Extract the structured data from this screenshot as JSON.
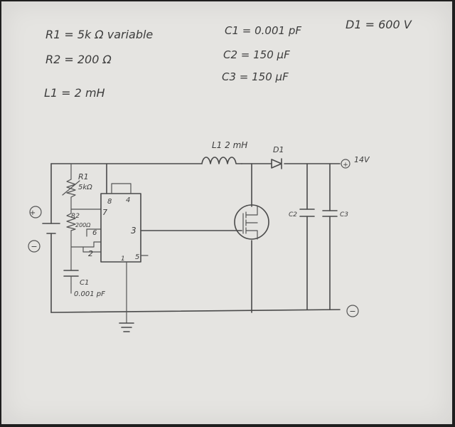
{
  "notes": {
    "r1": "R1 = 5k Ω variable",
    "r2": "R2 = 200 Ω",
    "l1": "L1 = 2 mH",
    "c1": "C1 = 0.001 pF",
    "c2": "C2 = 150 μF",
    "c3": "C3 = 150 μF",
    "d1": "D1 = 600 V"
  },
  "schematic": {
    "r1_label": "R1",
    "r1_value": "5kΩ",
    "r2_label": "R2",
    "r2_value": "200Ω",
    "pin8": "8",
    "pin4": "4",
    "pin7": "7",
    "pin6": "6",
    "pin3": "3",
    "pin2": "2",
    "pin1": "1",
    "pin5": "5",
    "c1_label": "C1",
    "c1_value": "0.001 pF",
    "l1_label": "L1  2 mH",
    "d1_label": "D1",
    "c2_label": "C2",
    "c3_label": "C3",
    "plus_sign": "+",
    "minus_sign": "−",
    "out_label": "14V"
  }
}
